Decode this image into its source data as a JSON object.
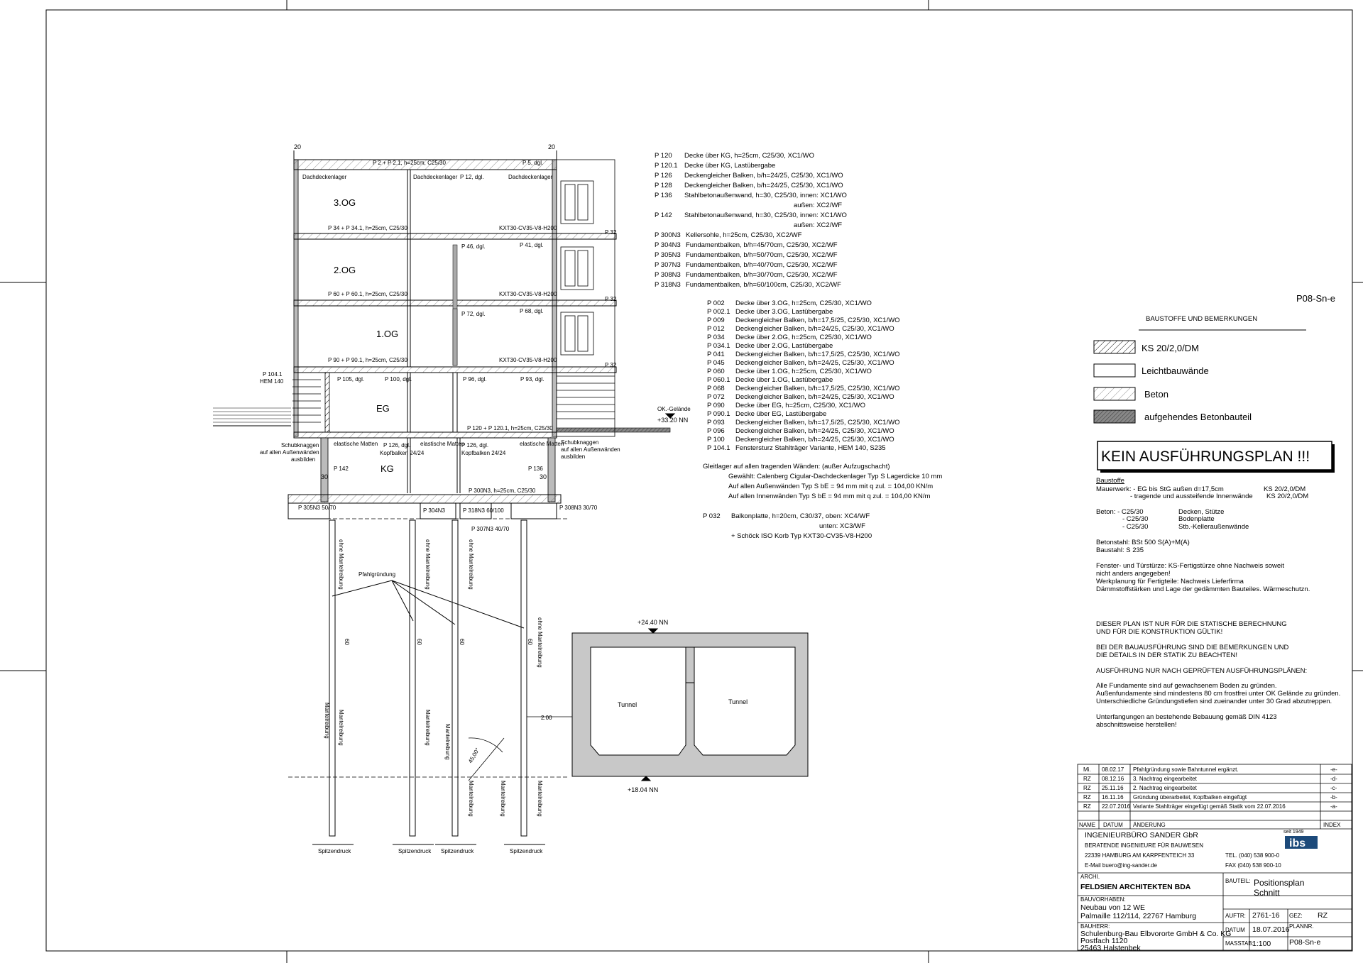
{
  "sheet_code": "P08-Sn-e",
  "dims": {
    "top_left": "20",
    "top_right": "20",
    "d30a": "30",
    "d30b": "30"
  },
  "floors": {
    "og3": "3.OG",
    "og2": "2.OG",
    "og1": "1.OG",
    "eg": "EG",
    "kg": "KG"
  },
  "section_labels": {
    "roof": "P 2 + P 2.1, h=25cm, C25/30",
    "roof_right": "P 5, dgl.",
    "dachdeckenlager_left": "Dachdeckenlager",
    "dachdeckenlager_mid": "Dachdeckenlager",
    "dachdeckenlager_right": "Dachdeckenlager",
    "p12": "P 12, dgl.",
    "p34": "P 34 + P 34.1, h=25cm, C25/30",
    "kxt_3": "KXT30-CV35-V8-H200",
    "p46": "P 46, dgl.",
    "p41": "P 41, dgl.",
    "p60": "P 60 + P 60.1, h=25cm, C25/30",
    "kxt_2": "KXT30-CV35-V8-H200",
    "p72": "P 72, dgl.",
    "p68": "P 68, dgl.",
    "p90": "P 90 + P 90.1, h=25cm, C25/30",
    "kxt_1": "KXT30-CV35-V8-H200",
    "p1041": "P 104.1",
    "hem": "HEM 140",
    "p105": "P 105, dgl.",
    "p100": "P 100, dgl.",
    "p96": "P 96, dgl.",
    "p93": "P 93, dgl.",
    "p32a": "P 32",
    "p32b": "P 32",
    "p32c": "P 32",
    "p120": "P 120 + P 120.1, h=25cm, C25/30",
    "ok_gelaende": "OK.-Gelände",
    "kote_3320": "+33.20 NN",
    "schubknaggen_left_1": "Schubknaggen",
    "schubknaggen_left_2": "auf allen Außenwänden",
    "schubknaggen_left_3": "ausbilden",
    "schubknaggen_right_1": "Schubknaggen",
    "schubknaggen_right_2": "auf allen Außenwänden",
    "schubknaggen_right_3": "ausbilden",
    "matten1": "elastische Matten",
    "matten2": "elastische Matten",
    "matten3": "elastische Matten",
    "p126a": "P 126, dgl.",
    "p126b": "P 126, dgl.",
    "kopfbalken1": "Kopfbalken 24/24",
    "kopfbalken2": "Kopfbalken 24/24",
    "p142": "P 142",
    "p136": "P 136",
    "p300": "P 300N3, h=25cm, C25/30",
    "p305": "P 305N3 50/70",
    "p304": "P 304N3",
    "p318": "P 318N3 60/100",
    "p307": "P 307N3 40/70",
    "p308": "P 308N3 30/70",
    "pfahlgruendung": "Pfahlgründung",
    "mantelreibung": "Mantelreibung",
    "ohne_mantelreibung": "ohne Mantelreibung",
    "spitzendruck": "Spitzendruck",
    "d60": "60",
    "d200": "2.00",
    "angle": "45,00°",
    "kote_2440": "+24.40 NN",
    "kote_1804": "+18.04 NN",
    "tunnel1": "Tunnel",
    "tunnel2": "Tunnel"
  },
  "positions_a": [
    [
      "P  120",
      "Decke über KG, h=25cm, C25/30, XC1/WO"
    ],
    [
      "P  120.1",
      "Decke über KG, Lastübergabe"
    ],
    [
      "P  126",
      "Deckengleicher Balken, b/h=24/25, C25/30, XC1/WO"
    ],
    [
      "P  128",
      "Deckengleicher Balken, b/h=24/25, C25/30, XC1/WO"
    ],
    [
      "P  136",
      "Stahlbetonaußenwand,  h=30, C25/30, innen: XC1/WO"
    ],
    [
      "",
      "außen: XC2/WF"
    ],
    [
      "P  142",
      "Stahlbetonaußenwand,  h=30, C25/30, innen: XC1/WO"
    ],
    [
      "",
      "außen: XC2/WF"
    ],
    [
      "P  300N3",
      "Kellersohle, h=25cm, C25/30, XC2/WF"
    ],
    [
      "P  304N3",
      "Fundamentbalken, b/h=45/70cm, C25/30, XC2/WF"
    ],
    [
      "P  305N3",
      "Fundamentbalken, b/h=50/70cm, C25/30, XC2/WF"
    ],
    [
      "P  307N3",
      "Fundamentbalken, b/h=40/70cm, C25/30, XC2/WF"
    ],
    [
      "P  308N3",
      "Fundamentbalken, b/h=30/70cm, C25/30, XC2/WF"
    ],
    [
      "P  318N3",
      "Fundamentbalken, b/h=60/100cm, C25/30, XC2/WF"
    ]
  ],
  "positions_b": [
    [
      "P  002",
      "Decke über 3.OG, h=25cm, C25/30, XC1/WO"
    ],
    [
      "P  002.1",
      "Decke über 3.OG, Lastübergabe"
    ],
    [
      "P  009",
      "Deckengleicher Balken, b/h=17,5/25, C25/30, XC1/WO"
    ],
    [
      "P  012",
      "Deckengleicher Balken, b/h=24/25, C25/30, XC1/WO"
    ],
    [
      "P  034",
      "Decke über 2.OG, h=25cm, C25/30, XC1/WO"
    ],
    [
      "P  034.1",
      "Decke über 2.OG, Lastübergabe"
    ],
    [
      "P  041",
      "Deckengleicher Balken, b/h=17,5/25, C25/30, XC1/WO"
    ],
    [
      "P  045",
      "Deckengleicher Balken, b/h=24/25, C25/30, XC1/WO"
    ],
    [
      "P  060",
      "Decke über 1.OG, h=25cm, C25/30, XC1/WO"
    ],
    [
      "P  060.1",
      "Decke über 1.OG, Lastübergabe"
    ],
    [
      "P  068",
      "Deckengleicher Balken, b/h=17,5/25, C25/30, XC1/WO"
    ],
    [
      "P  072",
      "Deckengleicher Balken, b/h=24/25, C25/30, XC1/WO"
    ],
    [
      "P  090",
      "Decke über EG, h=25cm, C25/30, XC1/WO"
    ],
    [
      "P  090.1",
      "Decke über EG, Lastübergabe"
    ],
    [
      "P  093",
      "Deckengleicher Balken, b/h=17,5/25, C25/30, XC1/WO"
    ],
    [
      "P  096",
      "Deckengleicher Balken, b/h=24/25, C25/30, XC1/WO"
    ],
    [
      "P  100",
      "Deckengleicher Balken, b/h=24/25, C25/30, XC1/WO"
    ],
    [
      "P  104.1",
      "Fenstersturz Stahlträger Variante, HEM 140, S235"
    ]
  ],
  "gleitlager": [
    "Gleitlager auf allen tragenden Wänden: (außer Aufzugschacht)",
    "Gewählt: Calenberg Cigular-Dachdeckenlager Typ S Lagerdicke 10 mm",
    "Auf allen Außenwänden Typ S bE = 94 mm mit q zul. = 104,00 KN/m",
    "Auf allen Innenwänden Typ S bE = 94 mm mit q zul. = 104,00 KN/m"
  ],
  "balkon": {
    "pos": "P  032",
    "line1": "Balkonplatte, h=20cm, C30/37, oben: XC4/WF",
    "line2": "unten: XC3/WF",
    "line3": "+ Schöck ISO Korb Typ KXT30-CV35-V8-H200"
  },
  "legend": {
    "title": "BAUSTOFFE UND BEMERKUNGEN",
    "items": [
      "KS 20/2,0/DM",
      "Leichtbauwände",
      "Beton",
      "aufgehendes Betonbauteil"
    ]
  },
  "warning": "KEIN AUSFÜHRUNGSPLAN !!!",
  "materials": {
    "heading": "Baustoffe",
    "mauer1": "Mauerwerk: - EG bis StG außen d=17,5cm",
    "mauer1_r": "KS 20/2,0/DM",
    "mauer2": "- tragende und aussteifende Innenwände",
    "mauer2_r": "KS 20/2,0/DM",
    "beton1": "Beton:   - C25/30",
    "beton1_r": "Decken, Stütze",
    "beton2": "- C25/30",
    "beton2_r": "Bodenplatte",
    "beton3": "- C25/30",
    "beton3_r": "Stb.-Kelleraußenwände",
    "stahl1": "Betonstahl: BSt 500 S(A)+M(A)",
    "stahl2": "Baustahl:   S 235",
    "n1": "Fenster- und Türstürze: KS-Fertigstürze ohne Nachweis soweit",
    "n2": "nicht anders angegeben!",
    "n3": "Werkplanung für Fertigteile: Nachweis Lieferfirma",
    "n4": "Dämmstoffstärken und Lage der gedämmten Bauteiles. Wärmeschutzn."
  },
  "remarks": [
    "DIESER PLAN IST NUR FÜR DIE STATISCHE BERECHNUNG",
    "UND FÜR DIE KONSTRUKTION GÜLTIK!",
    "",
    "BEI DER BAUAUSFÜHRUNG SIND DIE BEMERKUNGEN UND",
    "DIE DETAILS IN DER STATIK ZU BEACHTEN!",
    "",
    "AUSFÜHRUNG NUR NACH GEPRÜFTEN AUSFÜHRUNGSPLÄNEN:",
    "",
    "Alle Fundamente sind auf gewachsenem Boden zu gründen.",
    "Außenfundamente sind mindestens 80 cm frostfrei unter OK Gelände zu gründen.",
    "Unterschiedliche Gründungstiefen sind zueinander unter 30 Grad abzutreppen.",
    "",
    "Unterfangungen an bestehende Bebauung gemäß DIN 4123",
    "abschnittsweise herstellen!"
  ],
  "revisions": {
    "rows": [
      [
        "Mi.",
        "08.02.17",
        "Pfahlgründung sowie Bahntunnel ergänzt.",
        "-e-"
      ],
      [
        "RZ",
        "08.12.16",
        "3. Nachtrag eingearbeitet",
        "-d-"
      ],
      [
        "RZ",
        "25.11.16",
        "2. Nachtrag eingearbeitet",
        "-c-"
      ],
      [
        "RZ",
        "16.11.16",
        "Gründung überarbeitet, Kopfbalken eingefügt",
        "-b-"
      ],
      [
        "RZ",
        "22.07.2016",
        "Variante Stahlträger eingefügt gemäß Statik vom 22.07.2016",
        "-a-"
      ]
    ],
    "header": [
      "NAME",
      "DATUM",
      "ÄNDERUNG",
      "INDEX"
    ]
  },
  "office": {
    "name": "INGENIEURBÜRO SANDER GbR",
    "sub": "BERATENDE INGENIEURE FÜR BAUWESEN",
    "addr": "22339 HAMBURG AM KARPFENTEICH 33",
    "mail": "E-Mail buero@ing-sander.de",
    "tel": "TEL. (040) 538 900-0",
    "fax": "FAX (040) 538 900-10",
    "seit": "seit 1949",
    "logo": "ibs"
  },
  "archit": {
    "label": "ARCHI.",
    "value": "FELDSIEN ARCHITEKTEN BDA"
  },
  "bauteil": {
    "label": "BAUTEIL:",
    "line1": "Positionsplan",
    "line2": "Schnitt"
  },
  "bauvorhaben": {
    "label": "BAUVORHABEN:",
    "line1": "Neubau von 12 WE",
    "line2": "Palmaille 112/114, 22767 Hamburg"
  },
  "bauherr": {
    "label": "BAUHERR:",
    "line1": "Schulenburg-Bau Elbvororte GmbH & Co. KG",
    "line2": "Postfach 1120",
    "line3": "25463 Halstenbek"
  },
  "meta": {
    "auftr_label": "AUFTR:",
    "auftr": "2761-16",
    "gez_label": "GEZ:",
    "gez": "RZ",
    "datum_label": "DATUM",
    "datum": "18.07.2016",
    "massstab_label": "MASSTAB:",
    "massstab": "1:100",
    "planr_label": "PLANNR.",
    "planr": "P08-Sn-e"
  }
}
